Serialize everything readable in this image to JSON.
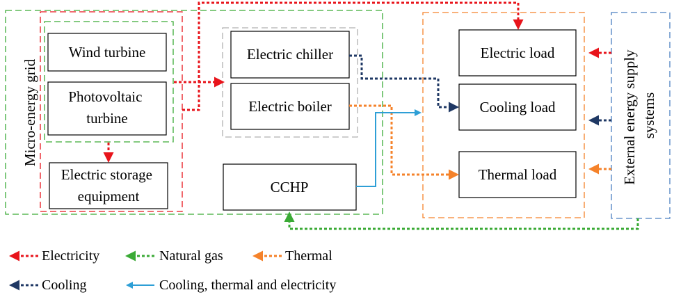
{
  "colors": {
    "electricity": "#e8141b",
    "natural_gas": "#3aaa35",
    "thermal": "#f5822a",
    "cooling": "#1f3864",
    "combined": "#2e9fd6",
    "grey": "#b0b0b0",
    "frame_blue": "#4a7fc1"
  },
  "nodes": {
    "wind": [
      "Wind turbine"
    ],
    "pv": [
      "Photovoltaic",
      "turbine"
    ],
    "storage": [
      "Electric storage",
      "equipment"
    ],
    "chiller": [
      "Electric chiller"
    ],
    "boiler": [
      "Electric boiler"
    ],
    "cchp": [
      "CCHP"
    ],
    "electric_load": [
      "Electric load"
    ],
    "cooling_load": [
      "Cooling load"
    ],
    "thermal_load": [
      "Thermal load"
    ]
  },
  "side_labels": {
    "micro_grid": "Micro-energy grid",
    "external": [
      "External energy supply",
      "systems"
    ]
  },
  "legend": {
    "electricity": "Electricity",
    "natural_gas": "Natural gas",
    "thermal": "Thermal",
    "cooling": "Cooling",
    "combined": "Cooling, thermal and electricity"
  }
}
